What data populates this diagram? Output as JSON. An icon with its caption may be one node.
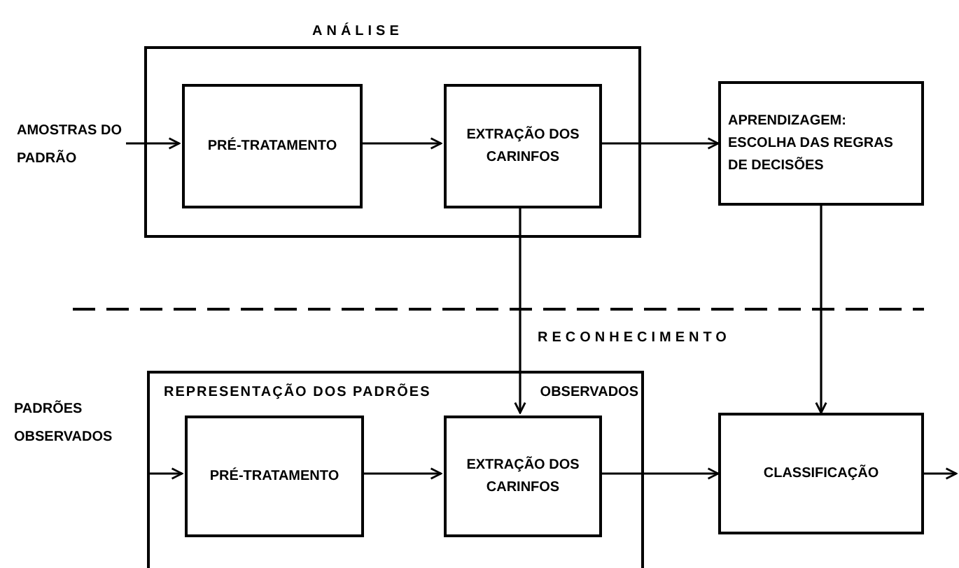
{
  "diagram": {
    "nodes": [
      {
        "text": [
          "ANÁLISE"
        ]
      },
      {
        "text": [
          "PRÉ-TRATAMENTO"
        ],
        "in": 0
      },
      {
        "text": [
          "EXTRAÇÃO DOS CARINFOS"
        ],
        "in": 0
      },
      {
        "text": [
          "AMOSTRAS DO PADRÃO"
        ]
      },
      {
        "text": [
          "APRENDIZAGEM:",
          "ESCOLHA DAS REGRAS DE DECISÕES"
        ]
      },
      {
        "text": [
          "REPRESENTAÇÃO DOS PADRÕES",
          "OBSERVADOS"
        ]
      },
      {
        "text": [
          "PRÉ-TRATAMENTO"
        ],
        "in": 5
      },
      {
        "text": [
          "EXTRAÇÃO DOS CARINFOS"
        ],
        "in": 5
      },
      {
        "text": [
          "PADRÕES OBSERVADOS"
        ]
      },
      {
        "text": [
          "CLASSIFICAÇÃO"
        ]
      }
    ],
    "edges": [
      {
        "from": 3,
        "to": 1,
        "arrow": "to"
      },
      {
        "from": 1,
        "to": 2,
        "arrow": "to"
      },
      {
        "from": 2,
        "to": 4,
        "arrow": "to"
      },
      {
        "from": 2,
        "to": 7,
        "arrow": "to"
      },
      {
        "from": 4,
        "to": 9,
        "arrow": "to"
      },
      {
        "from": 8,
        "to": 6,
        "arrow": "to"
      },
      {
        "from": 6,
        "to": 7,
        "arrow": "to"
      },
      {
        "from": 7,
        "to": 9,
        "arrow": "to"
      },
      {
        "from": 9,
        "to": null,
        "arrow": "to"
      }
    ],
    "labels": [
      "RECONHECIMENTO"
    ]
  }
}
